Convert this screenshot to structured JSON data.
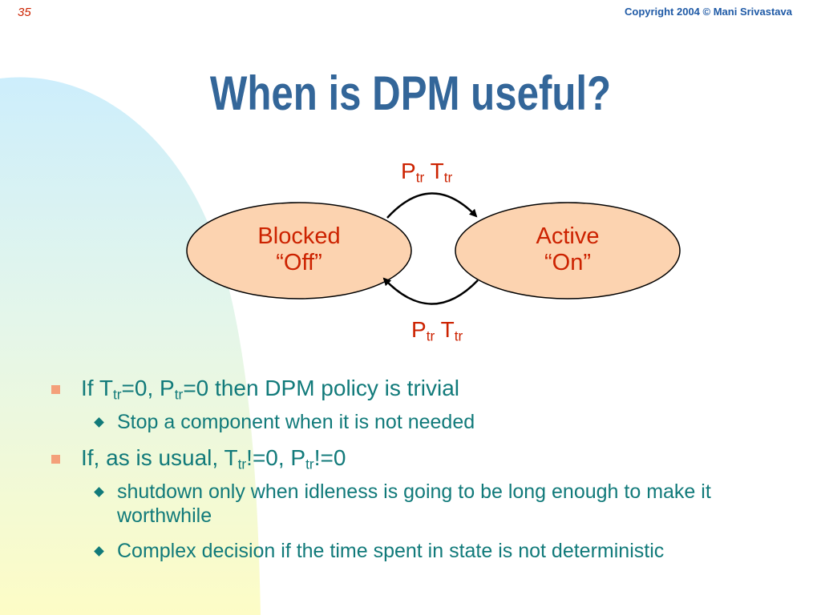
{
  "slide": {
    "number": "35",
    "copyright": "Copyright 2004 © Mani Srivastava",
    "title": "When is DPM useful?"
  },
  "diagram": {
    "states": [
      {
        "line1": "Blocked",
        "line2": "“Off”"
      },
      {
        "line1": "Active",
        "line2": "“On”"
      }
    ],
    "transition_top": {
      "p": "P",
      "p_sub": "tr",
      "t": "T",
      "t_sub": "tr"
    },
    "transition_bottom": {
      "p": "P",
      "p_sub": "tr",
      "t": "T",
      "t_sub": "tr"
    }
  },
  "bullets": [
    {
      "parts": [
        "If T",
        "tr",
        "=0, P",
        "tr",
        "=0 then DPM policy is trivial"
      ],
      "sub": [
        "Stop a component when it is not needed"
      ]
    },
    {
      "parts": [
        "If, as is usual, T",
        "tr",
        "!=0, P",
        "tr",
        "!=0"
      ],
      "sub": [
        "shutdown only when idleness is going to be long enough to make it worthwhile",
        "Complex decision if the time spent in state is not deterministic"
      ]
    }
  ],
  "colors": {
    "title": "#336699",
    "state_text": "#cc2200",
    "state_fill": "#fcd3b0",
    "bullet_text": "#117a7a",
    "square_marker": "#f4a07a",
    "copyright": "#1f5aa6"
  }
}
